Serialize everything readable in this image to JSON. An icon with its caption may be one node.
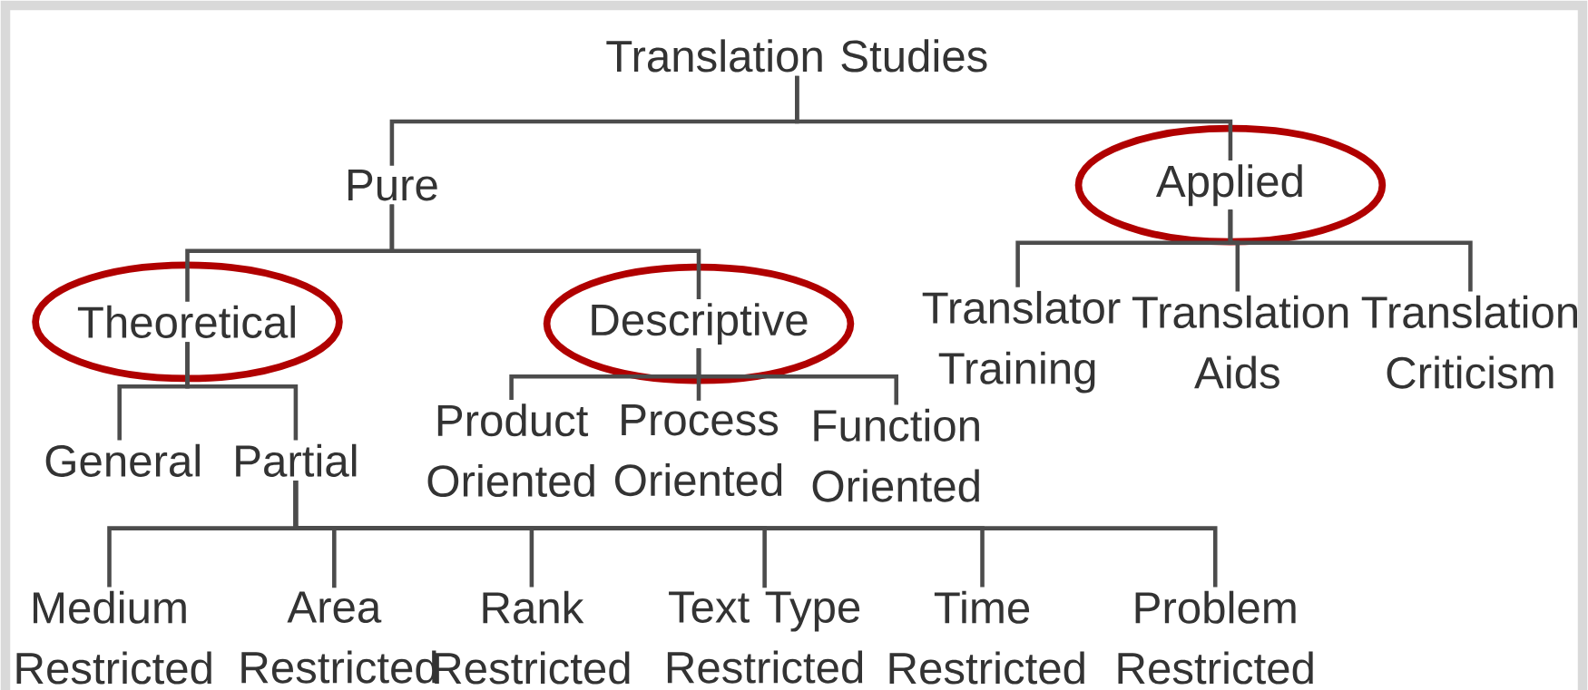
{
  "diagram": {
    "nodes": [
      {
        "text": [
          "Translation Studies"
        ]
      },
      {
        "text": [
          "Pure"
        ]
      },
      {
        "text": [
          "Applied"
        ]
      },
      {
        "text": [
          "Theoretical"
        ]
      },
      {
        "text": [
          "Descriptive"
        ]
      },
      {
        "text": [
          "Translator Training"
        ]
      },
      {
        "text": [
          "Translation Aids"
        ]
      },
      {
        "text": [
          "Translation Criticism"
        ]
      },
      {
        "text": [
          "General"
        ]
      },
      {
        "text": [
          "Partial"
        ]
      },
      {
        "text": [
          "Product Oriented"
        ]
      },
      {
        "text": [
          "Process Oriented"
        ]
      },
      {
        "text": [
          "Function Oriented"
        ]
      },
      {
        "text": [
          "Medium Restricted"
        ]
      },
      {
        "text": [
          "Area Restricted"
        ]
      },
      {
        "text": [
          "Rank Restricted"
        ]
      },
      {
        "text": [
          "Text Type Restricted"
        ]
      },
      {
        "text": [
          "Time Restricted"
        ]
      },
      {
        "text": [
          "Problem Restricted"
        ]
      }
    ],
    "edges": [
      {
        "from": 0,
        "to": 1,
        "arrow": "none"
      },
      {
        "from": 0,
        "to": 2,
        "arrow": "none"
      },
      {
        "from": 1,
        "to": 3,
        "arrow": "none"
      },
      {
        "from": 1,
        "to": 4,
        "arrow": "none"
      },
      {
        "from": 2,
        "to": 5,
        "arrow": "none"
      },
      {
        "from": 2,
        "to": 6,
        "arrow": "none"
      },
      {
        "from": 2,
        "to": 7,
        "arrow": "none"
      },
      {
        "from": 3,
        "to": 8,
        "arrow": "none"
      },
      {
        "from": 3,
        "to": 9,
        "arrow": "none"
      },
      {
        "from": 4,
        "to": 10,
        "arrow": "none"
      },
      {
        "from": 4,
        "to": 11,
        "arrow": "none"
      },
      {
        "from": 4,
        "to": 12,
        "arrow": "none"
      },
      {
        "from": 9,
        "to": 13,
        "arrow": "none"
      },
      {
        "from": 9,
        "to": 14,
        "arrow": "none"
      },
      {
        "from": 9,
        "to": 15,
        "arrow": "none"
      },
      {
        "from": 9,
        "to": 16,
        "arrow": "none"
      },
      {
        "from": 9,
        "to": 17,
        "arrow": "none"
      },
      {
        "from": 9,
        "to": 18,
        "arrow": "none"
      }
    ]
  }
}
